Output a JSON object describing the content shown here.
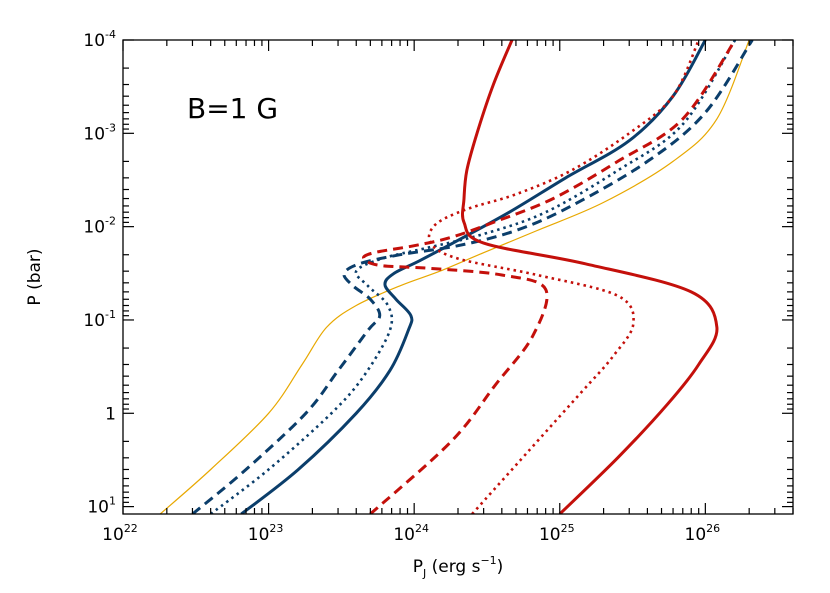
{
  "chart_data": {
    "type": "line",
    "annotation": "B=1 G",
    "xlabel": {
      "base": "P",
      "sub": "J",
      "rest": " (erg s",
      "sup": "−1",
      "end": ")"
    },
    "ylabel": "P (bar)",
    "xscale": "log",
    "yscale": "log",
    "yinverted": true,
    "xlim": [
      1e+22,
      4e+26
    ],
    "ylim": [
      12,
      0.0001
    ],
    "grid": false,
    "legend": "none",
    "x_ticks": [
      {
        "value": 1e+22,
        "base": "10",
        "exp": "22"
      },
      {
        "value": 1e+23,
        "base": "10",
        "exp": "23"
      },
      {
        "value": 1e+24,
        "base": "10",
        "exp": "24"
      },
      {
        "value": 1e+25,
        "base": "10",
        "exp": "25"
      },
      {
        "value": 1e+26,
        "base": "10",
        "exp": "26"
      }
    ],
    "y_ticks": [
      {
        "value": 0.0001,
        "base": "10",
        "exp": "-4"
      },
      {
        "value": 0.001,
        "base": "10",
        "exp": "-3"
      },
      {
        "value": 0.01,
        "base": "10",
        "exp": "-2"
      },
      {
        "value": 0.1,
        "base": "10",
        "exp": "-1"
      },
      {
        "value": 1,
        "base": "1",
        "exp": ""
      },
      {
        "value": 10,
        "base": "10",
        "exp": "1"
      }
    ],
    "colors": {
      "blue": "#0b3e6b",
      "red": "#c4100b",
      "yellow": "#e8a800"
    },
    "series": [
      {
        "color": "#e8a800",
        "style": "thin",
        "points": [
          [
            1.8e+22,
            12
          ],
          [
            4e+22,
            4
          ],
          [
            1e+23,
            1
          ],
          [
            1.7e+23,
            0.3
          ],
          [
            2.5e+23,
            0.12
          ],
          [
            4e+23,
            0.07
          ],
          [
            8e+23,
            0.043
          ],
          [
            1.5e+24,
            0.03
          ],
          [
            3e+24,
            0.019
          ],
          [
            7e+24,
            0.011
          ],
          [
            2e+25,
            0.0055
          ],
          [
            6e+25,
            0.002
          ],
          [
            1.2e+26,
            0.0007
          ],
          [
            2e+26,
            0.0001
          ]
        ]
      },
      {
        "color": "#0b3e6b",
        "style": "dashed",
        "points": [
          [
            3e+22,
            12
          ],
          [
            7e+22,
            4
          ],
          [
            1.8e+23,
            1
          ],
          [
            3e+23,
            0.35
          ],
          [
            4.8e+23,
            0.13
          ],
          [
            5.8e+23,
            0.09
          ],
          [
            5e+23,
            0.06
          ],
          [
            3.8e+23,
            0.043
          ],
          [
            3.3e+23,
            0.032
          ],
          [
            4.2e+23,
            0.025
          ],
          [
            8e+23,
            0.02
          ],
          [
            2e+24,
            0.016
          ],
          [
            5e+24,
            0.011
          ],
          [
            1.2e+25,
            0.006
          ],
          [
            4e+25,
            0.002
          ],
          [
            1e+26,
            0.0006
          ],
          [
            2.1e+26,
            0.0001
          ]
        ]
      },
      {
        "color": "#0b3e6b",
        "style": "dotted",
        "points": [
          [
            4e+22,
            12
          ],
          [
            1e+23,
            4
          ],
          [
            2.7e+23,
            1
          ],
          [
            4.5e+23,
            0.4
          ],
          [
            6.8e+23,
            0.13
          ],
          [
            6.6e+23,
            0.07
          ],
          [
            4.8e+23,
            0.043
          ],
          [
            4e+23,
            0.03
          ],
          [
            6e+23,
            0.022
          ],
          [
            1.2e+24,
            0.017
          ],
          [
            3e+24,
            0.012
          ],
          [
            8e+24,
            0.007
          ],
          [
            2.5e+25,
            0.0025
          ],
          [
            7e+25,
            0.0008
          ],
          [
            1.6e+26,
            0.0001
          ]
        ]
      },
      {
        "color": "#0b3e6b",
        "style": "solid",
        "points": [
          [
            6.5e+22,
            12
          ],
          [
            1.6e+23,
            4
          ],
          [
            4e+23,
            1
          ],
          [
            6.8e+23,
            0.35
          ],
          [
            9.1e+23,
            0.13
          ],
          [
            9.5e+23,
            0.09
          ],
          [
            7.5e+23,
            0.06
          ],
          [
            6.3e+23,
            0.042
          ],
          [
            7.2e+23,
            0.032
          ],
          [
            1.1e+24,
            0.023
          ],
          [
            2e+24,
            0.014
          ],
          [
            4.5e+24,
            0.007
          ],
          [
            1.1e+25,
            0.003
          ],
          [
            3e+25,
            0.0012
          ],
          [
            6e+25,
            0.0004
          ],
          [
            1e+26,
            0.0001
          ]
        ]
      },
      {
        "color": "#c4100b",
        "style": "dashed",
        "points": [
          [
            5e+23,
            12
          ],
          [
            1.8e+24,
            2
          ],
          [
            3.6e+24,
            0.5
          ],
          [
            6.5e+24,
            0.15
          ],
          [
            8e+24,
            0.047
          ],
          [
            4e+24,
            0.033
          ],
          [
            1.3e+24,
            0.028
          ],
          [
            5.8e+23,
            0.026
          ],
          [
            4.5e+23,
            0.022
          ],
          [
            5.3e+23,
            0.019
          ],
          [
            1e+24,
            0.016
          ],
          [
            1.8e+24,
            0.013
          ],
          [
            3.5e+24,
            0.009
          ],
          [
            9e+24,
            0.005
          ],
          [
            2.5e+25,
            0.002
          ],
          [
            7e+25,
            0.0007
          ],
          [
            1.6e+26,
            0.0001
          ]
        ]
      },
      {
        "color": "#c4100b",
        "style": "dotted",
        "points": [
          [
            2.5e+24,
            12
          ],
          [
            7e+24,
            2
          ],
          [
            1.4e+25,
            0.6
          ],
          [
            2.3e+25,
            0.25
          ],
          [
            3.2e+25,
            0.11
          ],
          [
            2.5e+25,
            0.055
          ],
          [
            7e+24,
            0.033
          ],
          [
            2e+24,
            0.022
          ],
          [
            1.3e+24,
            0.015
          ],
          [
            1.4e+24,
            0.0095
          ],
          [
            2.3e+24,
            0.0065
          ],
          [
            5e+24,
            0.0045
          ],
          [
            1.2e+25,
            0.0025
          ],
          [
            3e+25,
            0.001
          ],
          [
            6e+25,
            0.0004
          ],
          [
            9e+25,
            0.0001
          ]
        ]
      },
      {
        "color": "#c4100b",
        "style": "solid",
        "points": [
          [
            1e+25,
            12
          ],
          [
            2.5e+25,
            3
          ],
          [
            5.5e+25,
            0.8
          ],
          [
            9e+25,
            0.3
          ],
          [
            1.2e+26,
            0.12
          ],
          [
            8e+25,
            0.05
          ],
          [
            1.5e+25,
            0.025
          ],
          [
            3e+24,
            0.015
          ],
          [
            2.2e+24,
            0.009
          ],
          [
            2.2e+24,
            0.005
          ],
          [
            2.3e+24,
            0.0025
          ],
          [
            2.7e+24,
            0.001
          ],
          [
            3.5e+24,
            0.0003
          ],
          [
            4.7e+24,
            0.0001
          ]
        ]
      }
    ]
  }
}
